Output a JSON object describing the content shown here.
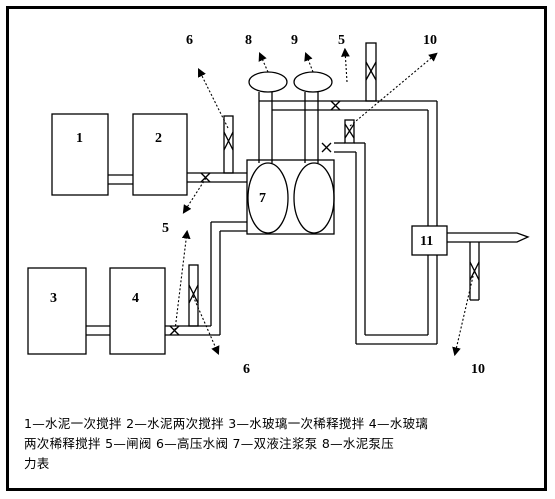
{
  "diagram": {
    "labels": {
      "box1": "1",
      "box2": "2",
      "box3": "3",
      "box4": "4",
      "pump7": "7",
      "box11": "11",
      "top6": "6",
      "top8": "8",
      "top9": "9",
      "top5": "5",
      "top10": "10",
      "left5": "5",
      "bottom6": "6",
      "bottom10": "10"
    }
  },
  "legend": {
    "line1": "1—水泥一次搅拌  2—水泥两次搅拌  3—水玻璃一次稀释搅拌  4—水玻璃",
    "line2": "两次稀释搅拌  5—闸阀    6—高压水阀    7—双液注浆泵    8—水泥泵压",
    "line3": "力表"
  }
}
